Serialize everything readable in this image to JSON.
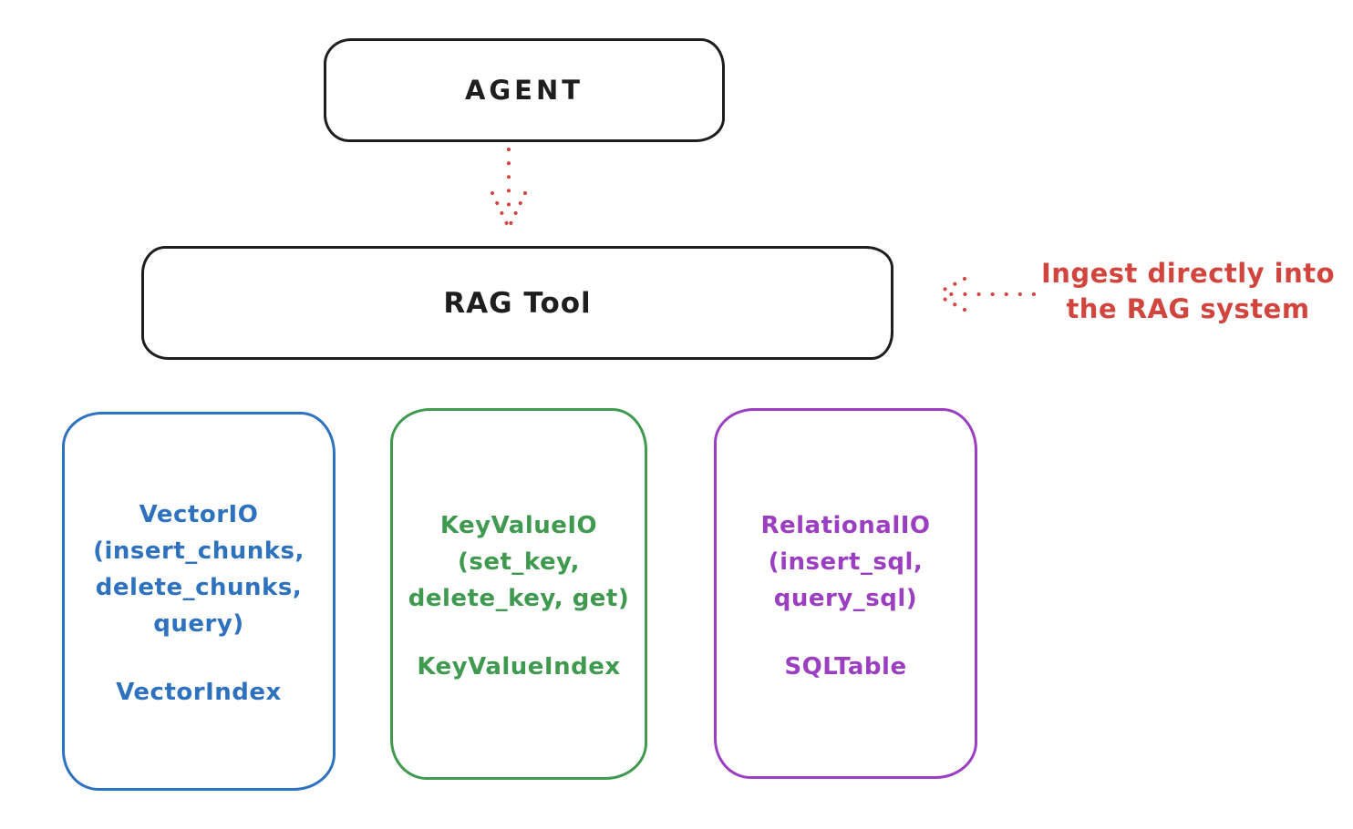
{
  "colors": {
    "stroke": "#1e1e1e",
    "red": "#d2453e",
    "blue": "#2e72bf",
    "green": "#3f9a50",
    "purple": "#9b3ec1",
    "background": "#ffffff"
  },
  "nodes": {
    "agent": {
      "label": "AGENT"
    },
    "rag_tool": {
      "label": "RAG Tool"
    }
  },
  "annotation": {
    "text": "Ingest directly into\nthe RAG system"
  },
  "arrows": [
    {
      "name": "agent-to-rag-tool",
      "style": "dotted",
      "direction": "down",
      "color": "#d2453e"
    },
    {
      "name": "ingest-into-rag-system",
      "style": "dotted",
      "direction": "left",
      "color": "#d2453e"
    }
  ],
  "backends": [
    {
      "io_text": "VectorIO\n(insert_chunks,\ndelete_chunks,\nquery)",
      "index_text": "VectorIndex",
      "color": "#2e72bf"
    },
    {
      "io_text": "KeyValueIO\n(set_key,\ndelete_key, get)",
      "index_text": "KeyValueIndex",
      "color": "#3f9a50"
    },
    {
      "io_text": "RelationalIO\n(insert_sql,\nquery_sql)",
      "index_text": "SQLTable",
      "color": "#9b3ec1"
    }
  ]
}
